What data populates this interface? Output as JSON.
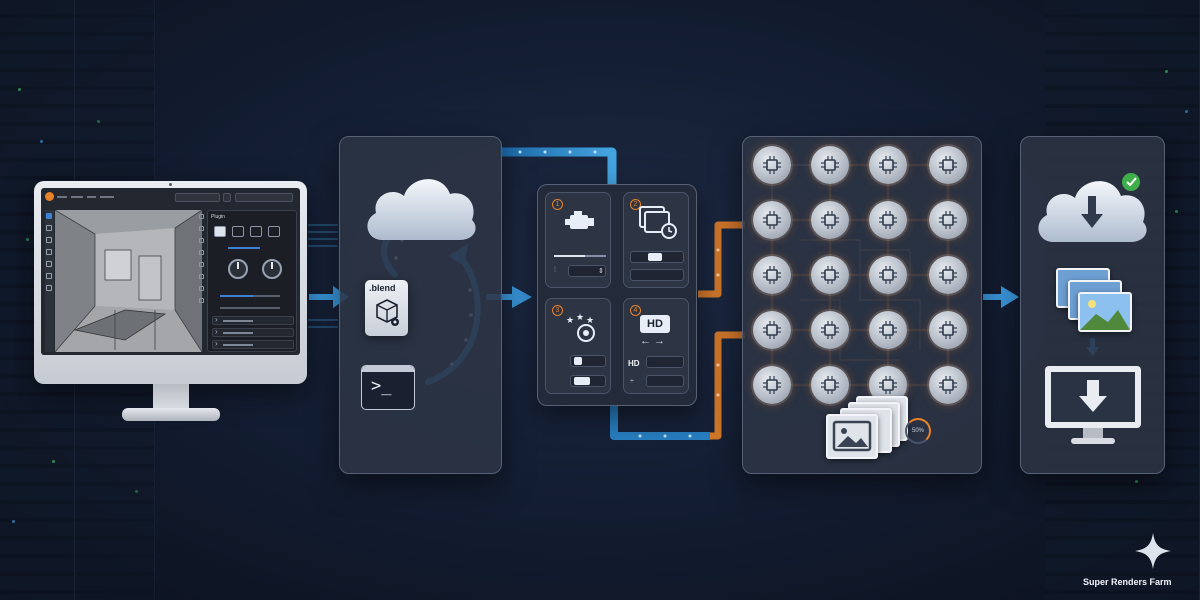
{
  "monitor": {
    "plugin_title": "Plugin"
  },
  "upload": {
    "blend_label": ".blend",
    "terminal_prompt": ">_"
  },
  "settings": {
    "steps": [
      "1",
      "2",
      "3",
      "4"
    ],
    "hd_label": "HD",
    "hd_value_label": "HD"
  },
  "compute": {
    "progress_text": "50%"
  },
  "brand": {
    "name": "Super Renders Farm"
  },
  "colors": {
    "accent_blue": "#3b9ae1",
    "accent_orange": "#e8822a",
    "panel": "#2c3444",
    "background": "#141e33",
    "success_green": "#3fae4a"
  },
  "icons": [
    "blender-logo",
    "cloud-icon",
    "file-blend-icon",
    "terminal-icon",
    "engine-icon",
    "frames-clock-icon",
    "stars-target-icon",
    "hd-resolution-icon",
    "cpu-chip-icon",
    "image-stack-icon",
    "cloud-download-icon",
    "monitor-download-icon",
    "sparkle-logo"
  ]
}
